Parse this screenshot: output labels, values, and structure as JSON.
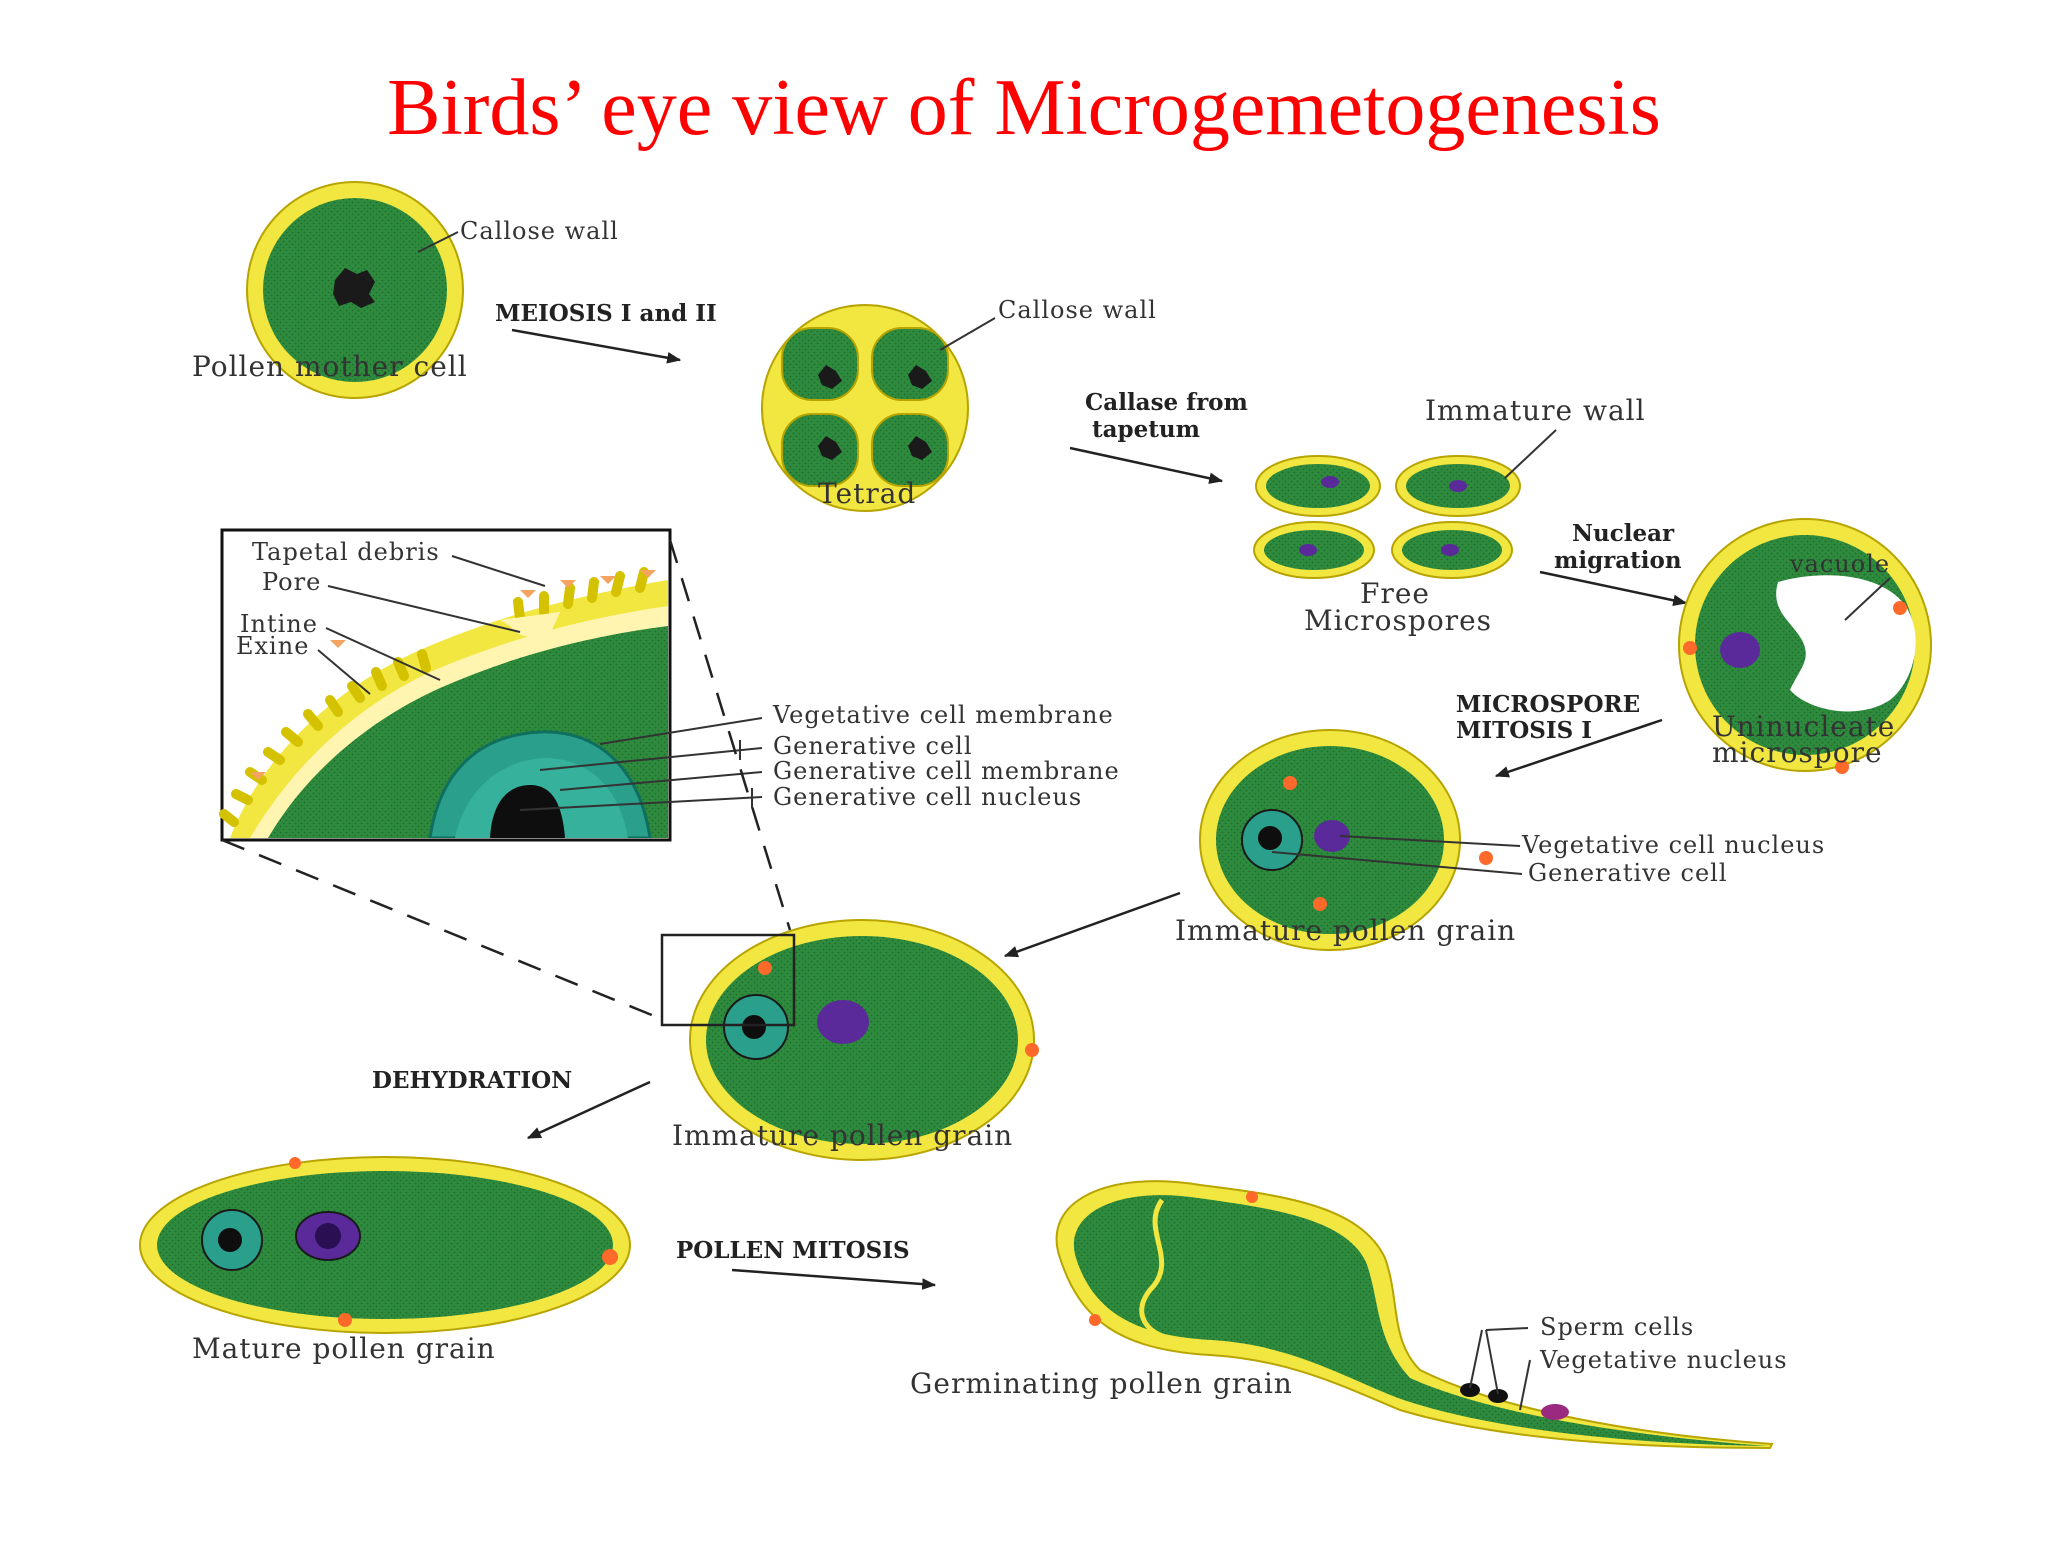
{
  "title": "Birds’ eye view of Microgemetogenesis",
  "colors": {
    "title": "#ff0000",
    "cytoplasm": "#2e8b3e",
    "wall": "#f2e640",
    "wall_edge": "#b8a400",
    "pore": "#ff6a2a",
    "vegetative_nucleus": "#5b2a9a",
    "generative_cell": "#2aa08c",
    "nucleus_dark": "#0e0e0e",
    "intine": "#fff5b0",
    "debris": "#f4a460"
  },
  "stages": {
    "pollen_mother_cell": "Pollen mother cell",
    "callose_wall_1": "Callose wall",
    "meiosis": "MEIOSIS I and II",
    "callose_wall_2": "Callose wall",
    "tetrad": "Tetrad",
    "callase_line1": "Callase from",
    "callase_line2": "tapetum",
    "immature_wall": "Immature wall",
    "free_line1": "Free",
    "free_line2": "Microspores",
    "nuclear_line1": "Nuclear",
    "nuclear_line2": "migration",
    "vacuole": "vacuole",
    "uninucleate_line1": "Uninucleate",
    "uninucleate_line2": "microspore",
    "mitosis_line1": "MICROSPORE",
    "mitosis_line2": "MITOSIS I",
    "vegetative_cell_nucleus": "Vegetative cell nucleus",
    "generative_cell": "Generative cell",
    "immature_pollen_1": "Immature pollen grain",
    "immature_pollen_2": "Immature pollen grain",
    "dehydration": "DEHYDRATION",
    "mature_pollen": "Mature pollen grain",
    "pollen_mitosis": "POLLEN MITOSIS",
    "germinating": "Germinating pollen grain",
    "sperm_cells": "Sperm cells",
    "vegetative_nucleus": "Vegetative nucleus"
  },
  "inset": {
    "tapetal_debris": "Tapetal debris",
    "pore": "Pore",
    "intine": "Intine",
    "exine": "Exine",
    "veg_membrane": "Vegetative cell membrane",
    "gen_cell": "Generative cell",
    "gen_membrane": "Generative cell membrane",
    "gen_nucleus": "Generative cell nucleus"
  }
}
